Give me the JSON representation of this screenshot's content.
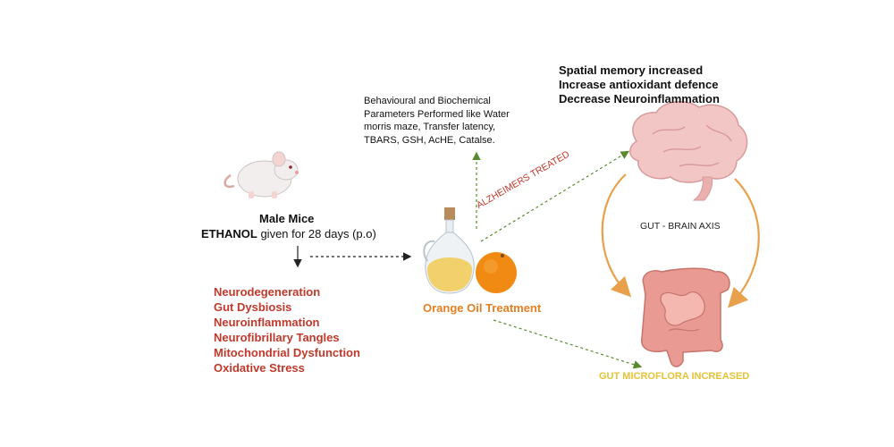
{
  "mouse": {
    "title": "Male Mice",
    "ethanol_bold": "ETHANOL",
    "ethanol_rest": " given for 28 days (p.o)"
  },
  "effects": [
    "Neurodegeneration",
    "Gut Dysbiosis",
    "Neuroinflammation",
    "Neurofibrillary Tangles",
    "Mitochondrial Dysfunction",
    "Oxidative Stress"
  ],
  "parameters": {
    "lines": [
      "Behavioural and Biochemical",
      "Parameters Performed like Water",
      "morris maze, Transfer latency,",
      "TBARS, GSH, AcHE, Catalse."
    ]
  },
  "outcomes": [
    "Spatial memory increased",
    "Increase antioxidant defence",
    "Decrease Neuroinflammation"
  ],
  "treatment_label": "Orange Oil Treatment",
  "alzheimers_label": "ALZHEIMERS TREATED",
  "axis_label": "GUT - BRAIN AXIS",
  "microflora_label": "GUT MICROFLORA INCREASED",
  "colors": {
    "red_text": "#c0392b",
    "orange_text": "#e67e22",
    "yellow_text": "#e6c235",
    "cycle_arrow": "#e8a04a",
    "green_arrow": "#5a8a2e"
  }
}
